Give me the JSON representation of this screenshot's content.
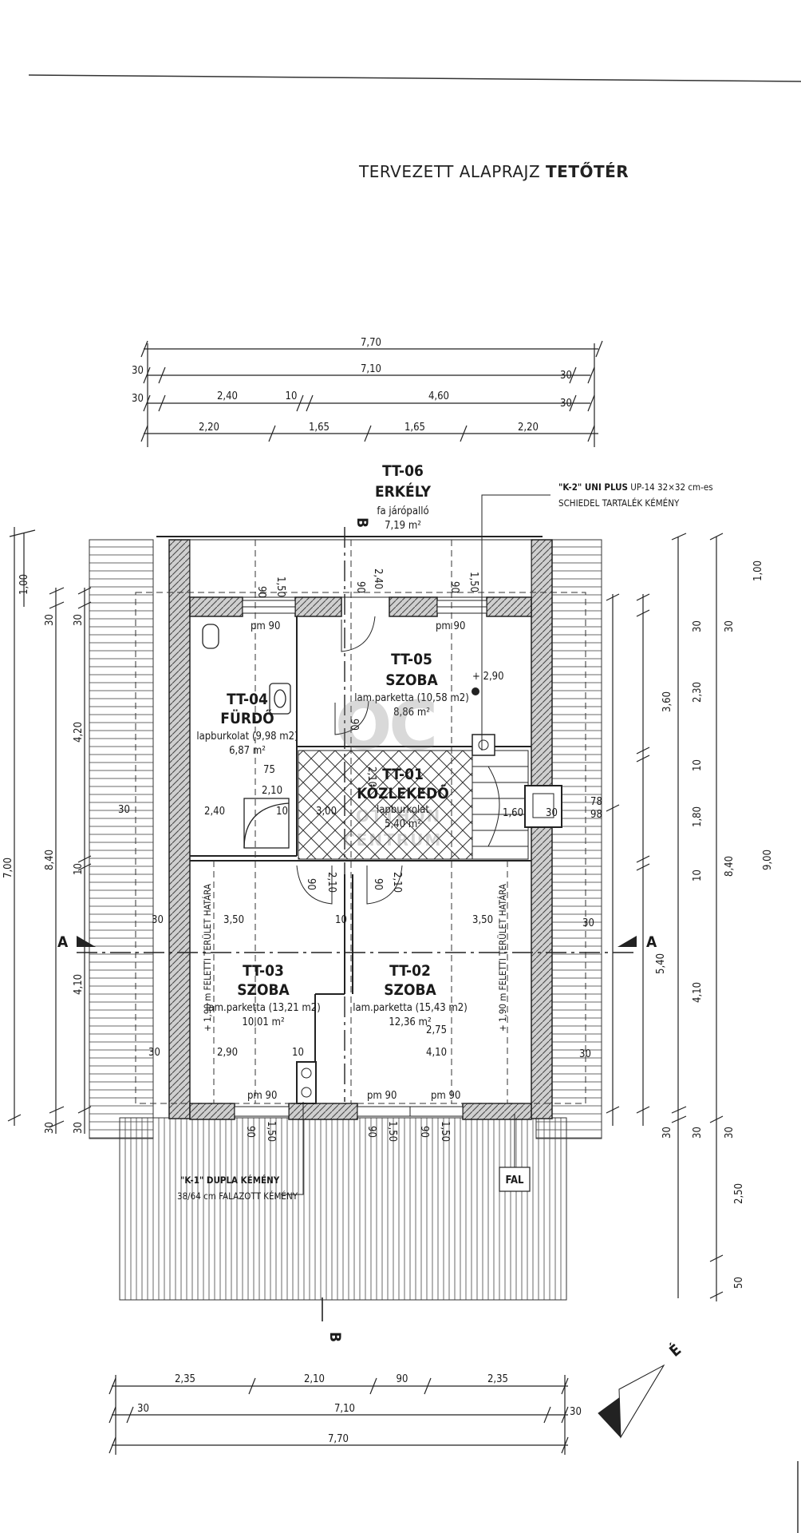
{
  "title": {
    "prefix": "TERVEZETT ALAPRAJZ",
    "bold": "TETŐTÉR"
  },
  "top_dims": {
    "total": "7,70",
    "inner": "7,10",
    "edge": "30",
    "left_room": "2,40",
    "wall": "10",
    "right_room": "4,60",
    "seg1": "2,20",
    "seg2": "1,65",
    "seg3": "1,65",
    "seg4": "2,20"
  },
  "bottom_dims": {
    "seg1": "2,35",
    "seg2": "2,10",
    "seg3": "90",
    "seg4": "2,35",
    "edge": "30",
    "inner": "7,10",
    "total": "7,70"
  },
  "left_dims": {
    "top": "1,00",
    "a": "30",
    "b": "30",
    "c": "4,20",
    "d": "8,40",
    "e": "7,00",
    "f": "10",
    "g": "4,10",
    "h": "30",
    "i": "30"
  },
  "right_dims": {
    "top": "1,00",
    "a": "30",
    "b": "30",
    "c": "3,60",
    "d": "2,30",
    "e": "10",
    "f": "1,80",
    "g": "8,40",
    "h": "9,00",
    "i": "10",
    "j": "4,10",
    "k": "5,40",
    "l": "30",
    "m": "30",
    "n": "30",
    "o": "2,50",
    "p": "50"
  },
  "rooms": {
    "tt06": {
      "id": "TT-06",
      "name": "ERKÉLY",
      "floor": "fa járópalló",
      "area": "7,19 m²"
    },
    "tt05": {
      "id": "TT-05",
      "name": "SZOBA",
      "floor": "lam.parketta (10,58 m2)",
      "area": "8,86 m²"
    },
    "tt04": {
      "id": "TT-04",
      "name": "FÜRDŐ",
      "floor": "lapburkolat (9,98 m2)",
      "area": "6,87 m²"
    },
    "tt01": {
      "id": "TT-01",
      "name": "KÖZLEKEDŐ",
      "floor": "lapburkolat",
      "area": "5,40 m²"
    },
    "tt03": {
      "id": "TT-03",
      "name": "SZOBA",
      "floor": "lam.parketta (13,21 m2)",
      "area": "10,01 m²"
    },
    "tt02": {
      "id": "TT-02",
      "name": "SZOBA",
      "floor": "lam.parketta (15,43 m2)",
      "area": "12,36 m²"
    }
  },
  "inner_labels": {
    "pm90": "pm 90",
    "d90": "90",
    "d150": "1,50",
    "d240": "2,40",
    "d350b": "3,50",
    "h290": "+ 2,90",
    "d75": "75",
    "d210": "2,10",
    "d240b": "2,40",
    "d10": "10",
    "d300": "3,00",
    "d160": "1,60",
    "d30": "30",
    "d78": "78",
    "d98": "98",
    "d350": "3,50",
    "d290": "2,90",
    "d410": "4,10",
    "d275": "2,75",
    "d150b": "1,50"
  },
  "notes": {
    "k2_bold": "\"K-2\" UNI PLUS",
    "k2_rest": " UP-14 32×32 cm-es",
    "k2_line2": "SCHIEDEL TARTALÉK KÉMÉNY",
    "k1_line1": "\"K-1\" DUPLA KÉMÉNY",
    "k1_line2": "38/64 cm FALAZOTT KÉMÉNY",
    "fal": "FAL",
    "boundary_left": "+ 1,90 m FELETTI TERÜLET HATÁRA",
    "boundary_right": "+ 1,90 m FELETTI TERÜLET HATÁRA"
  },
  "section_marks": {
    "a_left": "A",
    "a_right": "A",
    "b_top": "B",
    "b_bottom": "B"
  },
  "north": "É",
  "watermark": {
    "logo": "OC",
    "line1": "OTTHON",
    "line2": "CENTRUM"
  }
}
